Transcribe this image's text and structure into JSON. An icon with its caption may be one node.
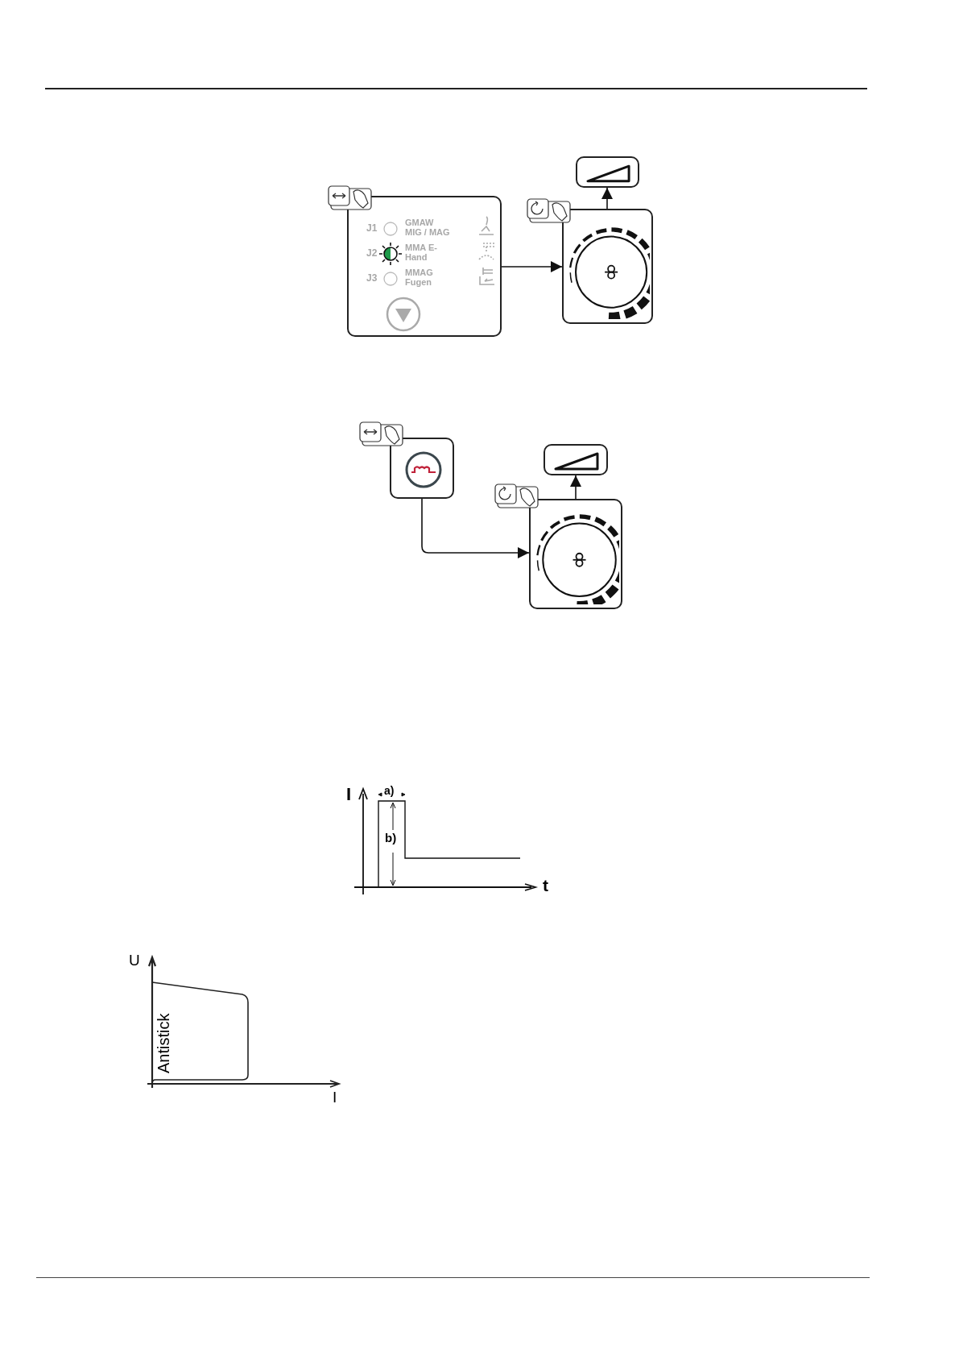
{
  "diagram": {
    "nodes": [
      {
        "text": [
          "J1",
          "GMAW MIG / MAG",
          "J2",
          "MMA E-Hand",
          "J3",
          "MMAG Fugen"
        ]
      },
      {
        "text": [],
        "shape": "box"
      },
      {
        "text": [],
        "shape": "box"
      },
      {
        "text": [],
        "shape": "box"
      },
      {
        "text": [],
        "shape": "box"
      },
      {
        "text": [],
        "shape": "box"
      }
    ],
    "edges": [
      {
        "from": 0,
        "to": 1,
        "arrow": "to"
      },
      {
        "from": 1,
        "to": 2,
        "arrow": "to"
      },
      {
        "from": 3,
        "to": 4,
        "arrow": "to"
      },
      {
        "from": 4,
        "to": 5,
        "arrow": "to"
      }
    ],
    "labels": [
      "I",
      "a)",
      "b)",
      "t",
      "U",
      "Antistick",
      "I"
    ]
  }
}
